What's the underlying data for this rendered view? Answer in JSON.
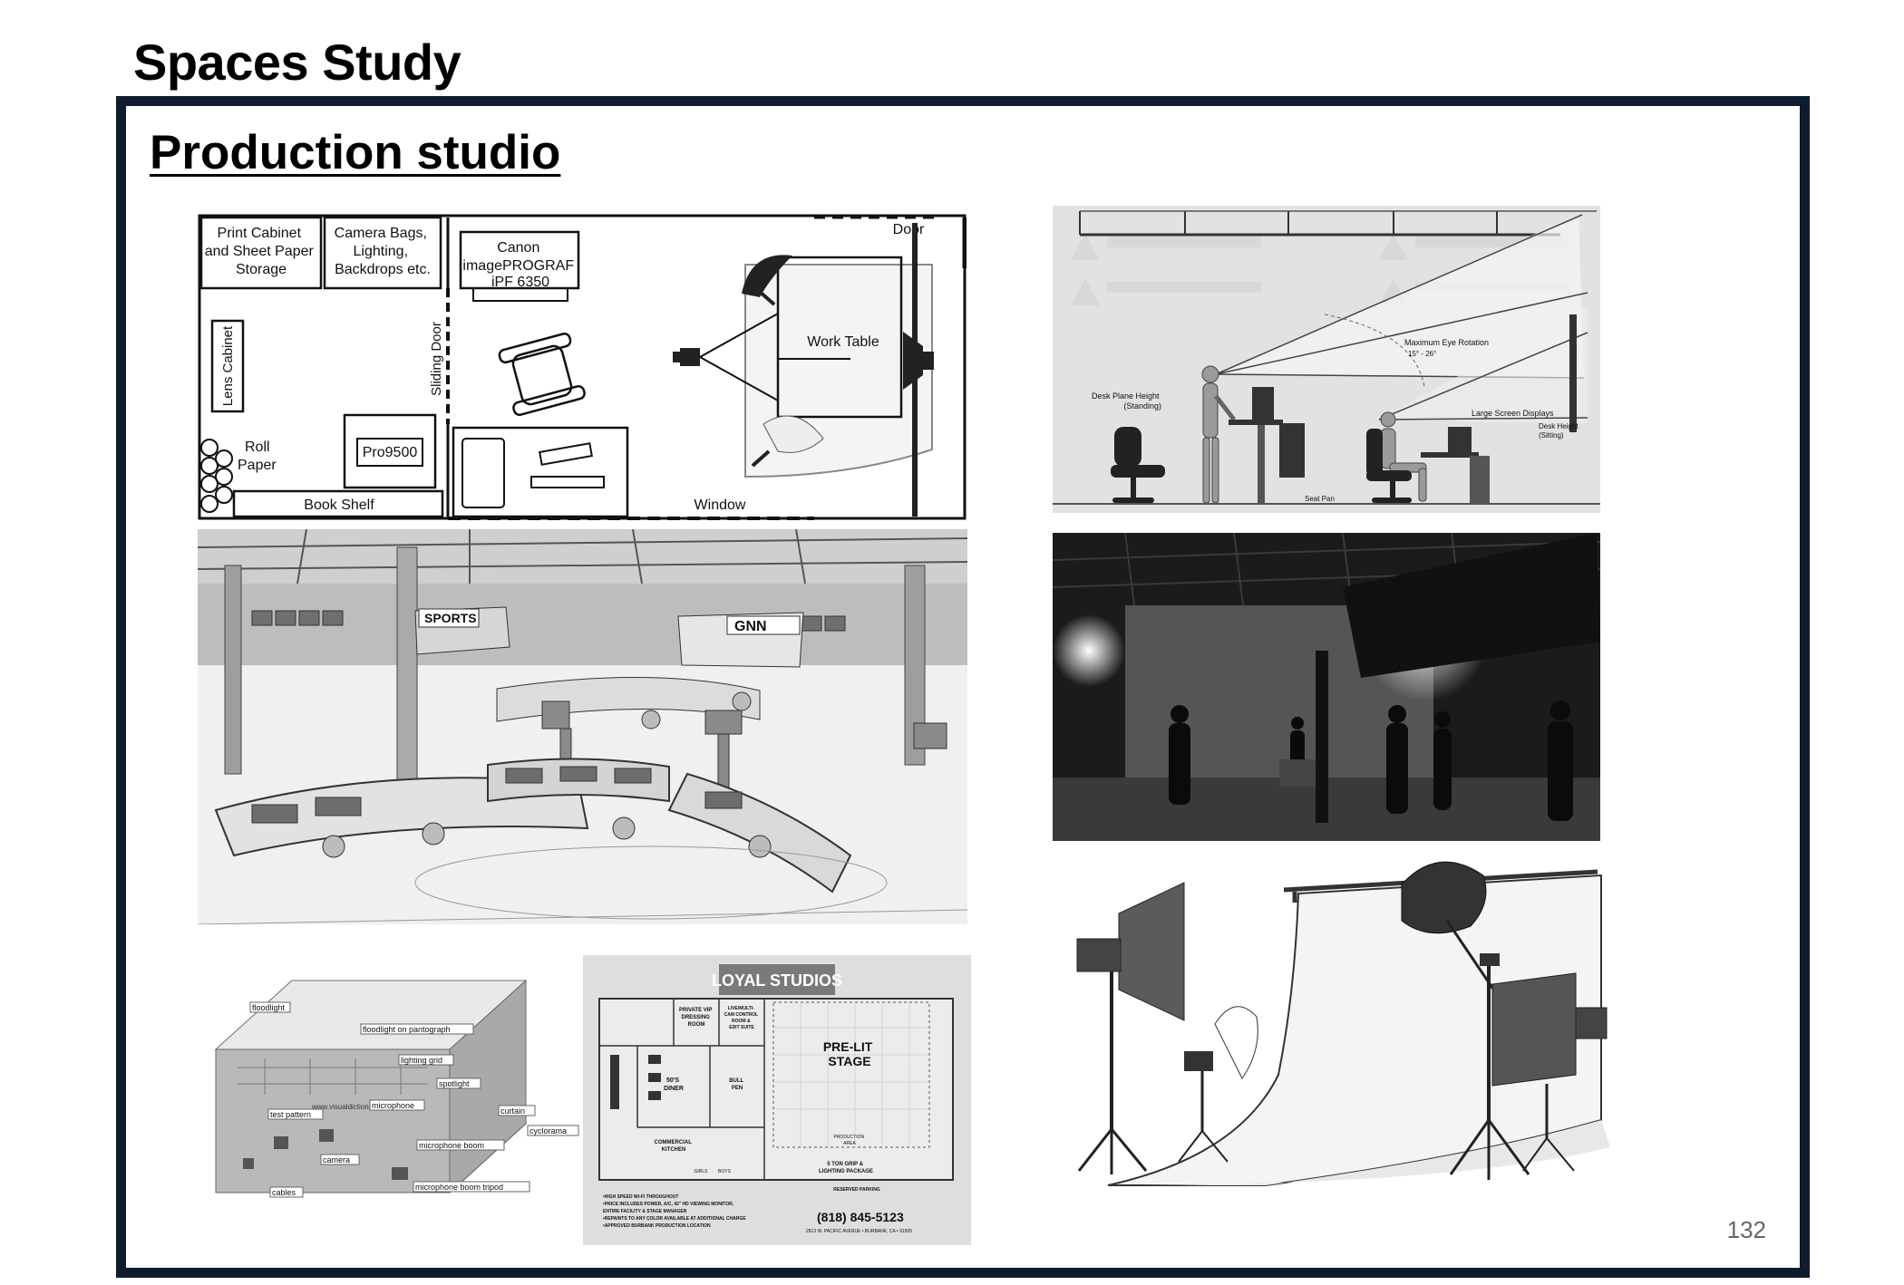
{
  "page": {
    "title": "Spaces Study",
    "section_title": "Production studio",
    "page_number": "132"
  },
  "floor_plan": {
    "print_cabinet": [
      "Print Cabinet",
      "and Sheet Paper",
      "Storage"
    ],
    "camera_bags": [
      "Camera Bags,",
      "Lighting,",
      "Backdrops etc."
    ],
    "printer": [
      "Canon",
      "imagePROGRAF",
      "iPF 6350"
    ],
    "lens_cabinet": "Lens Cabinet",
    "sliding_door": "Sliding Door",
    "roll_paper": [
      "Roll",
      "Paper"
    ],
    "pro9500": "Pro9500",
    "book_shelf": "Book Shelf",
    "window": "Window",
    "door": "Door",
    "work_table": "Work Table"
  },
  "ergonomics": {
    "desk_plane": [
      "Desk Plane Height",
      "(Standing)"
    ],
    "max_eye_rotation": "Maximum Eye Rotation",
    "eye_rotation_value": "15° - 26°",
    "large_screen": "Large Screen Displays",
    "desk_height_sitting": [
      "Desk Height",
      "(Sitting)"
    ],
    "seat_pan": "Seat Pan"
  },
  "newsroom": {
    "sports_sign": "SPORTS",
    "gnn_sign": "GNN"
  },
  "tv_studio": {
    "labels": [
      "floodlight",
      "floodlight on pantograph",
      "lighting grid",
      "spotlight",
      "test pattern",
      "microphone",
      "curtain",
      "cyclorama",
      "microphone boom",
      "camera",
      "cables",
      "microphone boom tripod"
    ],
    "watermark": "www.visualdictionaryonline.com"
  },
  "loyal_studios": {
    "logo": "LOYAL STUDIOS",
    "pre_lit": "PRE-LIT",
    "stage": "STAGE",
    "dressing": [
      "PRIVATE VIP",
      "DRESSING",
      "ROOM"
    ],
    "live_cam": [
      "LIVE/MULTI-",
      "CAM CONTROL",
      "ROOM &",
      "EDIT SUITE"
    ],
    "diner": [
      "50'S",
      "DINER"
    ],
    "bull_pen": [
      "BULL",
      "PEN"
    ],
    "kitchen": [
      "COMMERCIAL",
      "KITCHEN"
    ],
    "production_area": [
      "PRODUCTION",
      "AREA"
    ],
    "grip": [
      "5 TON GRIP &",
      "LIGHTING PACKAGE"
    ],
    "reserved_parking": "RESERVED PARKING",
    "phone": "(818) 845-5123",
    "address": "2813 W. PACIFIC AVENUE • BURBANK, CA • 91505",
    "notes": [
      "•HIGH SPEED WI-FI THROUGHOUT",
      "•PRICE INCLUDES POWER, A/C, 42\" HD VIEWING MONITOR,",
      "ENTIRE FACILITY & STAGE MANAGER",
      "•REPAINTS TO ANY COLOR AVAILABLE AT ADDITIONAL CHARGE",
      "•APPROVED BURBANK PRODUCTION LOCATION"
    ],
    "girls": "GIRLS",
    "boys": "BOYS"
  }
}
